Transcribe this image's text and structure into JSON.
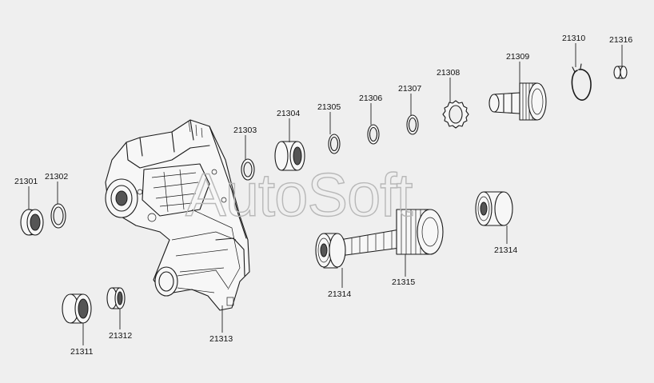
{
  "watermark": "AutoSoft",
  "labels": {
    "p21301": "21301",
    "p21302": "21302",
    "p21303": "21303",
    "p21304": "21304",
    "p21305": "21305",
    "p21306": "21306",
    "p21307": "21307",
    "p21308": "21308",
    "p21309": "21309",
    "p21310": "21310",
    "p21311": "21311",
    "p21312": "21312",
    "p21313": "21313",
    "p21314a": "21314",
    "p21314b": "21314",
    "p21315": "21315",
    "p21316": "21316"
  }
}
